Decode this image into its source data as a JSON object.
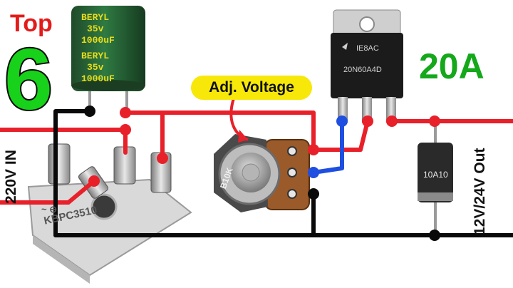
{
  "thumbnail": {
    "top_label": "Top",
    "count_label": "6",
    "current_label": "20A",
    "callout_label": "Adj. Voltage",
    "input_label": "220V IN",
    "output_label": "12V/24V Out"
  },
  "capacitor": {
    "brand_1": "BERYL",
    "voltage_1": "35v",
    "capacitance_1": "1000uF",
    "brand_2": "BERYL",
    "voltage_2": "35v",
    "capacitance_2": "1000uF"
  },
  "mosfet": {
    "code_label": "IE8AC",
    "part_label": "20N60A4D"
  },
  "potentiometer": {
    "value_label": "B10K"
  },
  "diode": {
    "part_label": "10A10"
  },
  "bridge": {
    "part_label": "KBPC3510",
    "symbol_label": "~ ⊖"
  },
  "colors": {
    "positive_wire": "#e8202a",
    "negative_wire": "#0a0a0a",
    "gate_wire": "#1f4fe0",
    "title_green": "#17d11a",
    "top_red": "#e31b1b",
    "callout_yellow": "#f7e80a"
  }
}
